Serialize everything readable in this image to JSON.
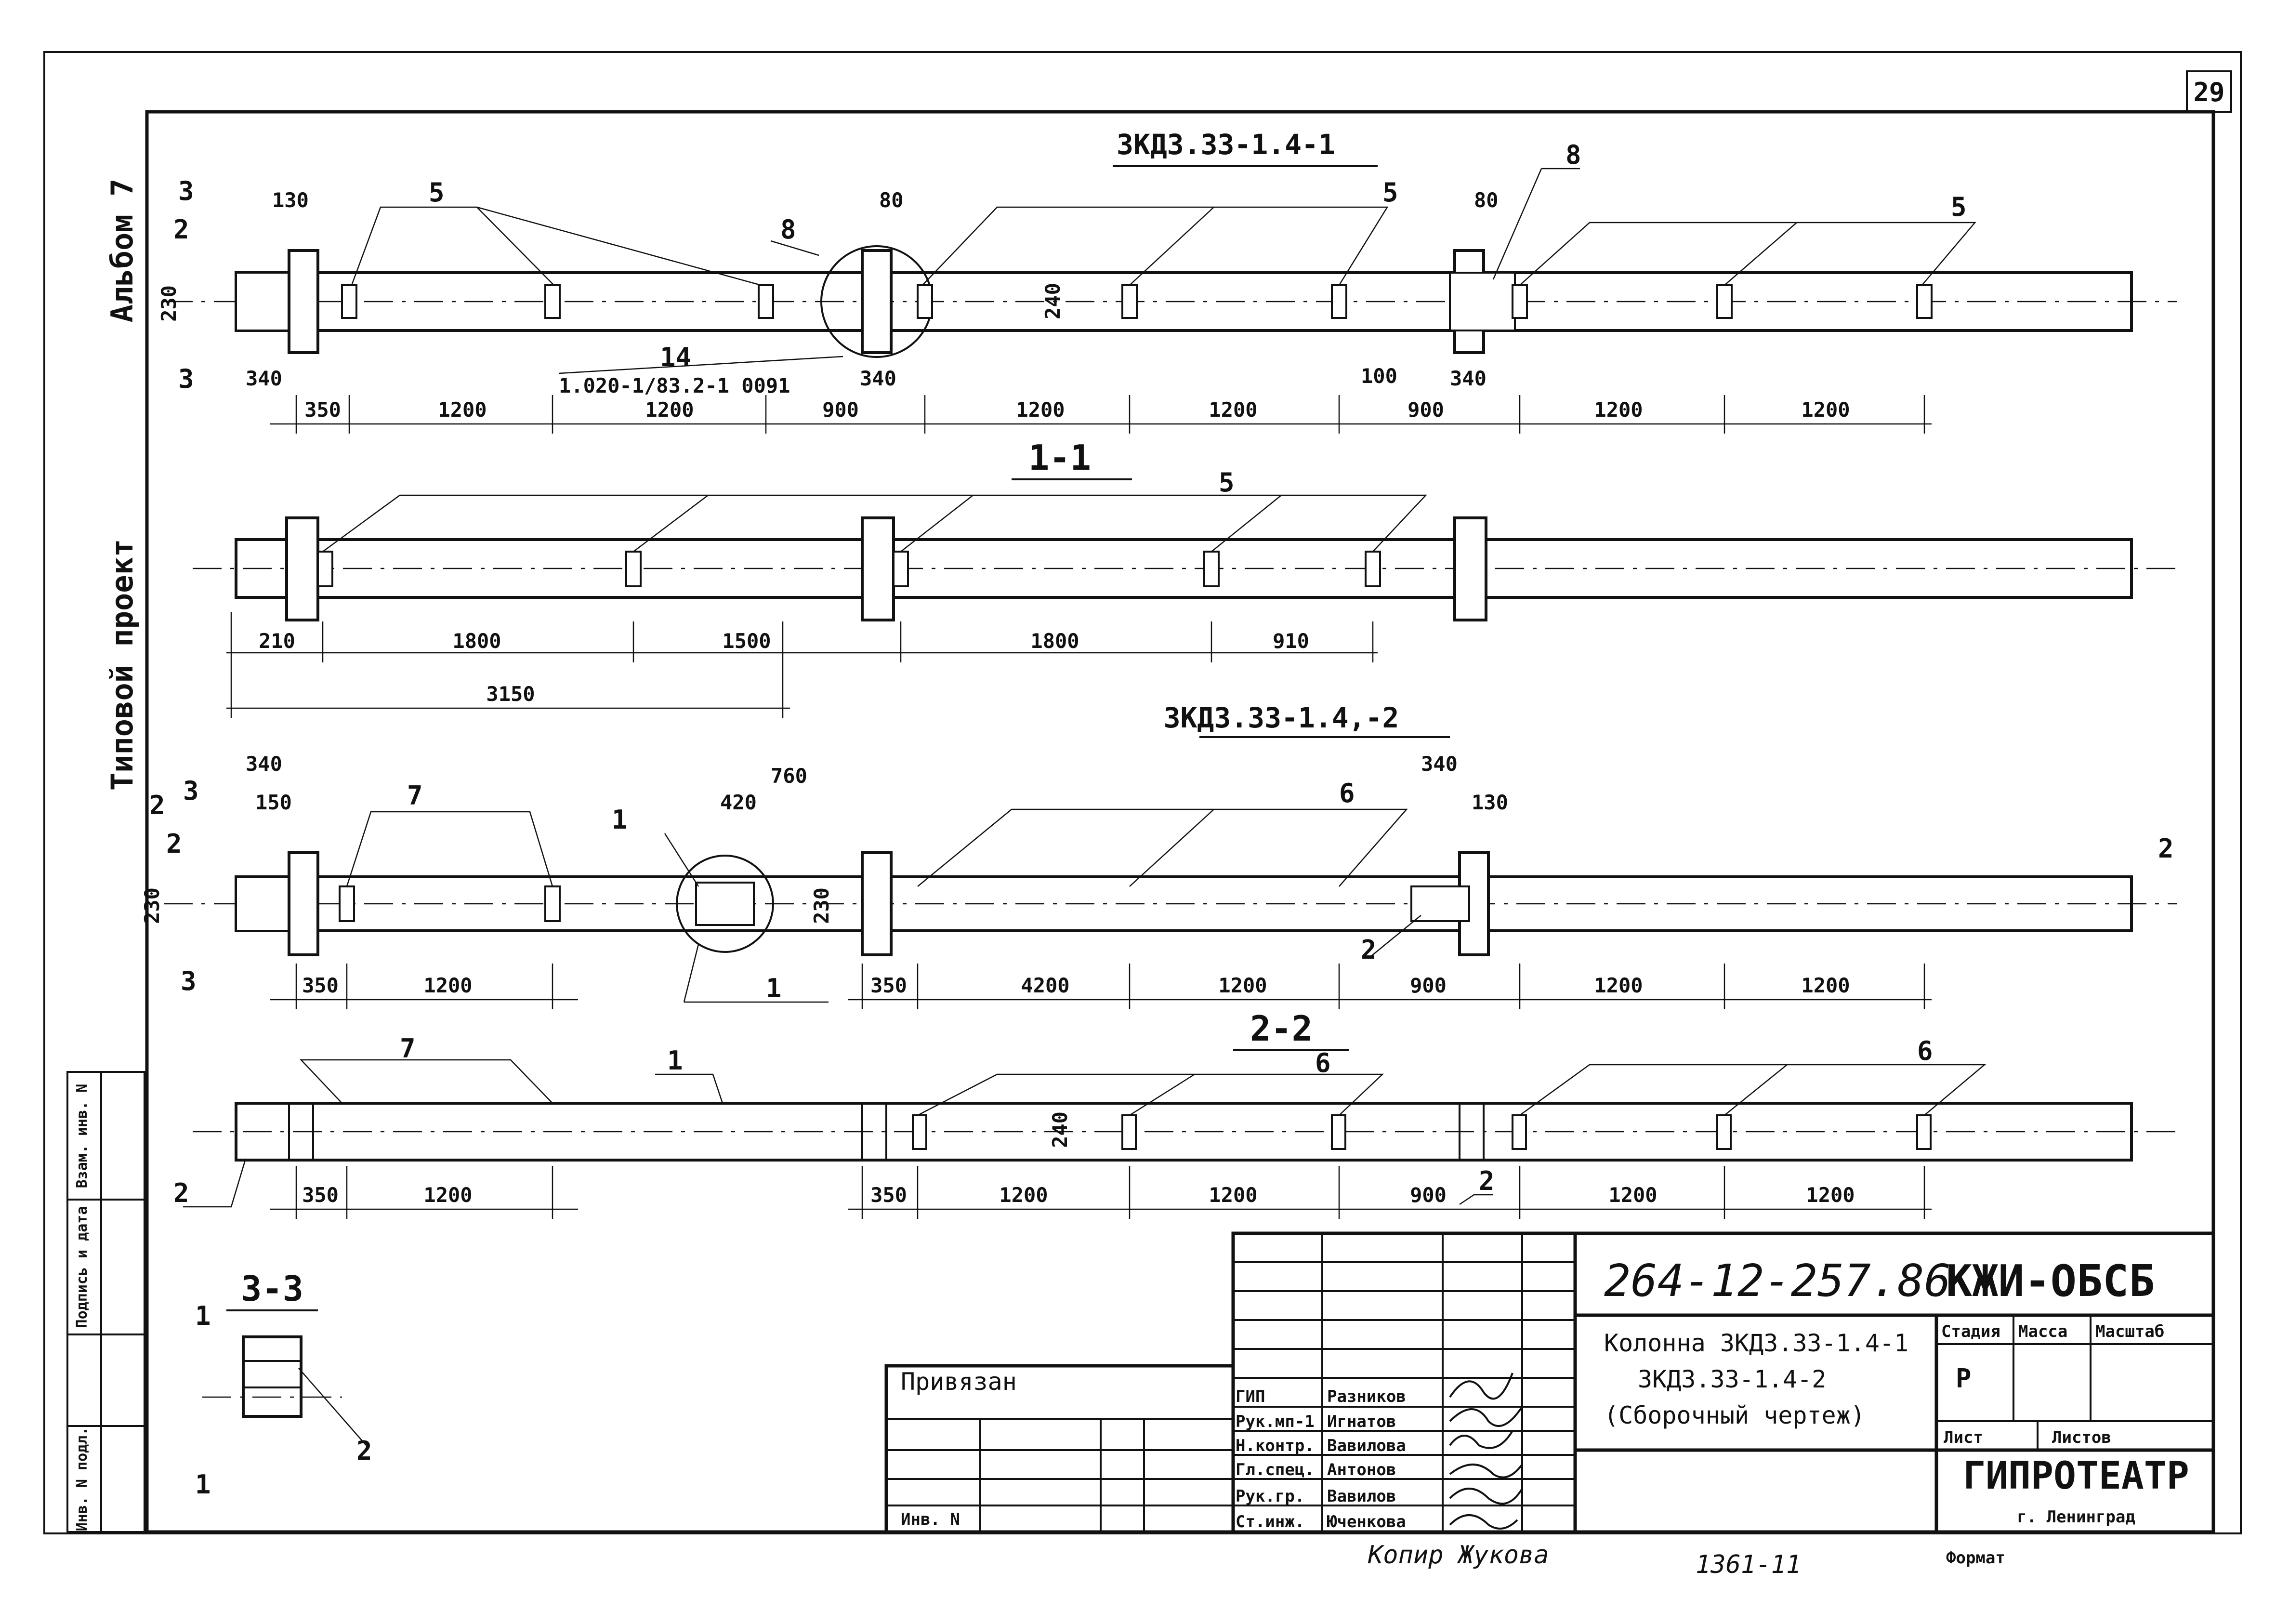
{
  "sheet_number": "29",
  "side_text": {
    "album": "Альбом 7",
    "project": "Типовой проект"
  },
  "side_stamp": [
    "Взам. инв. N",
    "Подпись и дата",
    "Инв. N подл."
  ],
  "views": {
    "top_title": "3КД3.33-1.4-1",
    "section_1": "1-1",
    "mid_title": "3КД3.33-1.4,-2",
    "section_2": "2-2",
    "section_3": "3-3"
  },
  "view1": {
    "dims": [
      "350",
      "1200",
      "1200",
      "900",
      "1200",
      "1200",
      "900",
      "1200",
      "1200"
    ],
    "small_dims": [
      "130",
      "340",
      "230",
      "80",
      "240",
      "340",
      "100",
      "80",
      "340"
    ],
    "callouts": [
      "3",
      "2",
      "3",
      "5",
      "5",
      "5",
      "8",
      "8",
      "14"
    ],
    "note": "1.020-1/83.2-1 0091"
  },
  "view2": {
    "dims": [
      "210",
      "1800",
      "1500",
      "1800",
      "910",
      "3150"
    ],
    "callouts": [
      "5"
    ]
  },
  "view3": {
    "dims": [
      "350",
      "1200",
      "350",
      "4200",
      "1200",
      "900",
      "1200",
      "1200"
    ],
    "small_dims": [
      "340",
      "150",
      "230",
      "760",
      "420",
      "230",
      "340",
      "130"
    ],
    "callouts": [
      "3",
      "2",
      "2",
      "3",
      "7",
      "1",
      "1",
      "6",
      "2",
      "2"
    ]
  },
  "view4": {
    "dims": [
      "350",
      "1200",
      "350",
      "1200",
      "1200",
      "900",
      "1200",
      "1200",
      "240"
    ],
    "callouts": [
      "7",
      "1",
      "6",
      "6",
      "2",
      "2"
    ]
  },
  "view5": {
    "callouts": [
      "1",
      "1",
      "2"
    ]
  },
  "title_block": {
    "doc_code": "264-12-257.86",
    "mark": "КЖИ-ОБСБ",
    "name_lines": [
      "Колонна 3КД3.33-1.4-1",
      "3КД3.33-1.4-2",
      "(Сборочный чертеж)"
    ],
    "stage_header": [
      "Стадия",
      "Масса",
      "Масштаб"
    ],
    "stage_value": "Р",
    "sheet_header": [
      "Лист",
      "Листов"
    ],
    "org": "ГИПРОТЕАТР",
    "city": "г. Ленинград",
    "bound_label": "Привязан",
    "inv_label": "Инв. N",
    "roles": [
      "ГИП",
      "Рук.мп-1",
      "Н.контр.",
      "Гл.спец.",
      "Рук.гр.",
      "Ст.инж."
    ],
    "names": [
      "Разников",
      "Игнатов",
      "Вавилова",
      "Антонов",
      "Вавилов",
      "Юченкова"
    ]
  },
  "footer": {
    "copier": "Копир Жукова",
    "number": "1361-11",
    "format": "Формат"
  }
}
